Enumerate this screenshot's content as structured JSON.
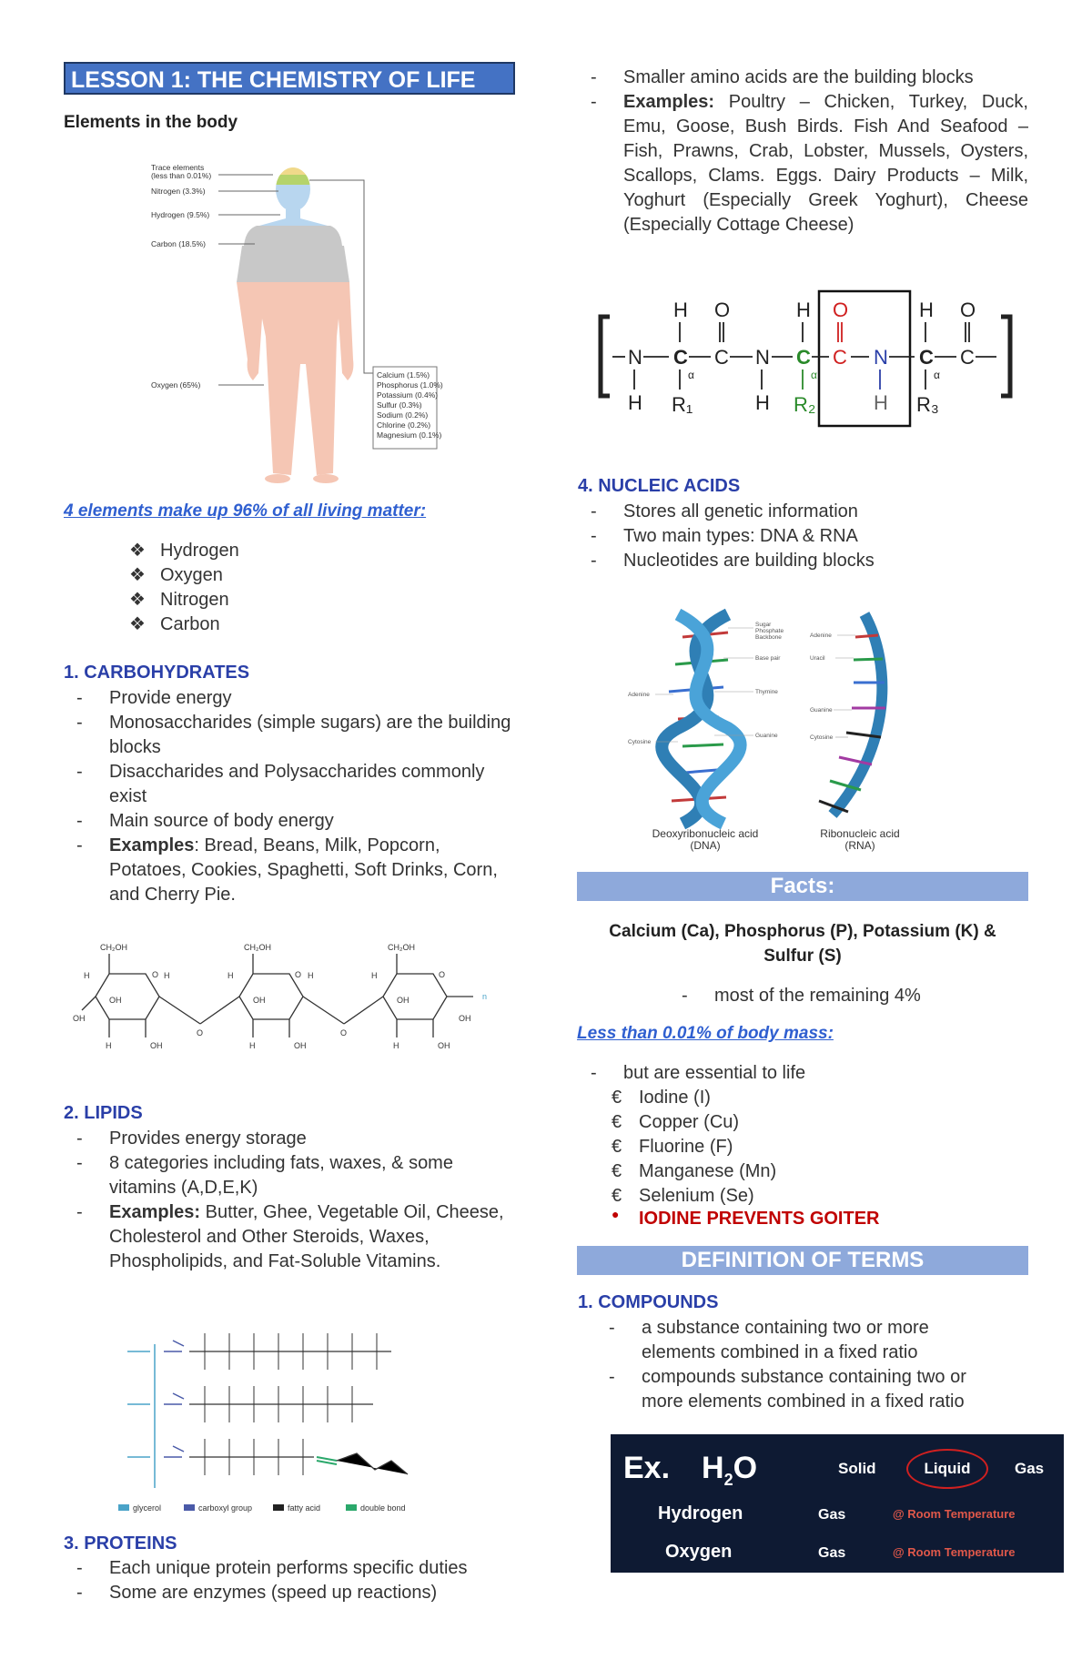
{
  "title": "LESSON 1: THE CHEMISTRY OF LIFE",
  "elements_heading": "Elements in the body",
  "body_figure": {
    "labels_left": [
      "Trace elements",
      "(less than 0.01%)",
      "Nitrogen (3.3%)",
      "Hydrogen (9.5%)",
      "Carbon (18.5%)",
      "Oxygen (65%)"
    ],
    "labels_box": [
      "Calcium (1.5%)",
      "Phosphorus (1.0%)",
      "Potassium (0.4%)",
      "Sulfur (0.3%)",
      "Sodium (0.2%)",
      "Chlorine (0.2%)",
      "Magnesium (0.1%)"
    ]
  },
  "four_elements_link": "4 elements make up 96% of all living matter:",
  "four_elements": [
    "Hydrogen",
    "Oxygen",
    "Nitrogen",
    "Carbon"
  ],
  "carbohydrates": {
    "heading": "1.   CARBOHYDRATES",
    "items": [
      "Provide energy",
      "Monosaccharides (simple sugars) are the building blocks",
      "Disaccharides and Polysaccharides commonly exist",
      "Main source of body energy"
    ],
    "examples_label": "Examples",
    "examples_text": ": Bread, Beans, Milk, Popcorn, Potatoes, Cookies, Spaghetti, Soft Drinks, Corn, and Cherry Pie."
  },
  "sugar_figure": {
    "ch2oh": "CH₂OH",
    "h": "H",
    "oh": "OH",
    "o": "O",
    "n": "n"
  },
  "lipids": {
    "heading": "2.   LIPIDS",
    "items": [
      "Provides energy storage",
      "8 categories including fats, waxes, & some vitamins (A,D,E,K)"
    ],
    "examples_label": "Examples:",
    "examples_text": " Butter, Ghee, Vegetable Oil, Cheese, Cholesterol and Other Steroids, Waxes, Phospholipids, and Fat-Soluble Vitamins."
  },
  "lipid_legend": [
    "glycerol",
    "carboxyl group",
    "fatty acid",
    "double bond"
  ],
  "proteins": {
    "heading": "3.   PROTEINS",
    "items": [
      "Each unique protein performs specific duties",
      "Some are enzymes (speed up reactions)"
    ]
  },
  "proteins_cont": {
    "items": [
      "Smaller amino acids are the building blocks"
    ],
    "examples_label": "Examples:",
    "examples_text": " Poultry – Chicken, Turkey, Duck, Emu, Goose, Bush Birds. Fish And Seafood – Fish, Prawns, Crab, Lobster, Mussels, Oysters, Scallops, Clams. Eggs. Dairy Products – Milk, Yoghurt (Especially Greek Yoghurt), Cheese (Especially Cottage Cheese)"
  },
  "peptide": {
    "H": "H",
    "O": "O",
    "C": "C",
    "N": "N",
    "alpha": "α",
    "R1": "R₁",
    "R2": "R₂",
    "R3": "R₃"
  },
  "nucleic": {
    "heading": "4.   NUCLEIC ACIDS",
    "items": [
      "Stores all genetic information",
      "Two main types: DNA & RNA",
      "Nucleotides are building blocks"
    ]
  },
  "dna_figure": {
    "dna_caption_1": "Deoxyribonucleic acid",
    "dna_caption_2": "(DNA)",
    "rna_caption_1": "Ribonucleic acid",
    "rna_caption_2": "(RNA)",
    "dna_labels": [
      "Sugar",
      "Phosphate",
      "Backbone",
      "Base pair",
      "Thymine",
      "Guanine",
      "Adenine",
      "Cytosine"
    ],
    "rna_labels": [
      "Adenine",
      "Uracil",
      "Guanine",
      "Cytosine"
    ]
  },
  "facts": {
    "heading": "Facts:",
    "line1": "Calcium (Ca), Phosphorus (P), Potassium (K) &",
    "line2": "Sulfur (S)",
    "remaining": "most of the remaining 4%",
    "trace_link": "Less than 0.01% of body mass:",
    "essential": "but are essential to life",
    "trace_items": [
      "Iodine (I)",
      "Copper (Cu)",
      "Fluorine (F)",
      "Manganese (Mn)",
      "Selenium (Se)"
    ],
    "goiter": "IODINE PREVENTS GOITER"
  },
  "definitions": {
    "heading": "DEFINITION OF TERMS",
    "compounds_heading": "1.   COMPOUNDS",
    "items": [
      "a substance containing two or more elements combined in a fixed ratio",
      "compounds substance containing two or more elements combined in a fixed ratio"
    ]
  },
  "h2o_slide": {
    "ex": "Ex.",
    "formula_h": "H",
    "formula_sub": "2",
    "formula_o": "O",
    "solid": "Solid",
    "liquid": "Liquid",
    "gas": "Gas",
    "rows": [
      {
        "name": "Hydrogen",
        "state": "Gas",
        "note": "@ Room Temperature"
      },
      {
        "name": "Oxygen",
        "state": "Gas",
        "note": "@ Room Temperature"
      }
    ]
  },
  "colors": {
    "accent_blue": "#2a3fa8",
    "banner": "#4472c4",
    "facts_bar": "#8ea9db",
    "goiter_red": "#c00000",
    "slide_bg": "#0e1a33"
  }
}
